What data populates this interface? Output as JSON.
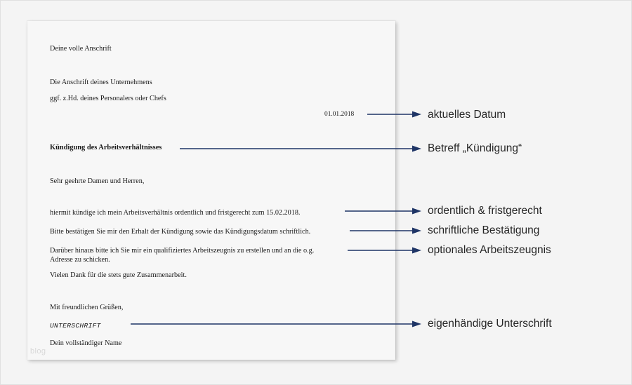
{
  "document": {
    "sender_address": "Deine volle Anschrift",
    "recipient_line1": "Die Anschrift deines Unternehmens",
    "recipient_line2": "ggf. z.Hd. deines Personalers oder Chefs",
    "date": "01.01.2018",
    "subject": "Kündigung des Arbeitsverhältnisses",
    "salutation": "Sehr geehrte Damen und Herren,",
    "body_para1": "hiermit kündige ich mein Arbeitsverhältnis ordentlich und fristgerecht zum 15.02.2018.",
    "body_para2": "Bitte bestätigen Sie mir den Erhalt der Kündigung sowie das Kündigungsdatum schriftlich.",
    "body_para3": "Darüber hinaus bitte ich Sie mir ein qualifiziertes Arbeitszeugnis zu erstellen und an die o.g.\nAdresse zu schicken.",
    "body_para4": "Vielen Dank für die stets gute Zusammenarbeit.",
    "closing": "Mit freundlichen Grüßen,",
    "signature_placeholder": "UNTERSCHRIFT",
    "full_name": "Dein vollständiger Name",
    "watermark": "blog"
  },
  "annotations": [
    {
      "label": "aktuelles Datum"
    },
    {
      "label": "Betreff „Kündigung“"
    },
    {
      "label": "ordentlich & fristgerecht"
    },
    {
      "label": "schriftliche Bestätigung"
    },
    {
      "label": "optionales Arbeitszeugnis"
    },
    {
      "label": "eigenhändige Unterschrift"
    }
  ],
  "colors": {
    "arrow": "#1f3566",
    "page_background": "#f4f4f4",
    "sheet": "#f7f7f7",
    "annotation_text": "#262626",
    "document_text": "#1a1a1a",
    "watermark": "#d9d9d9"
  }
}
